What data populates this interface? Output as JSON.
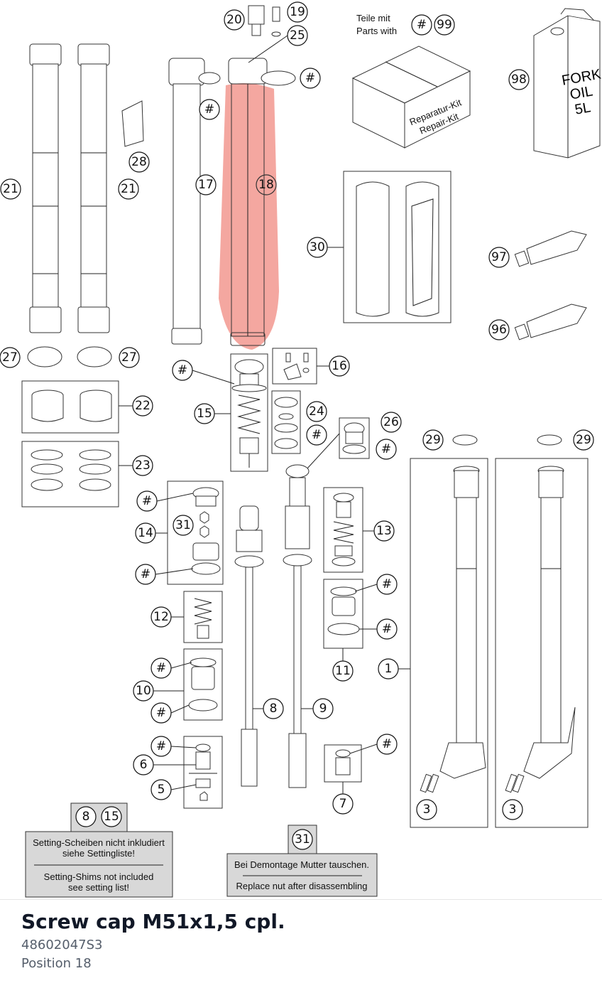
{
  "diagram": {
    "header": {
      "line1": "Teile mit",
      "line2": "Parts with",
      "badge_hash": "#",
      "badge_num": "99"
    },
    "can": {
      "line1": "FORK",
      "line2": "OIL",
      "line3": "5L"
    },
    "box_label": {
      "line1": "Reparatur-Kit",
      "line2": "Repair-Kit"
    },
    "callouts": {
      "c20": "20",
      "c19": "19",
      "c25": "25",
      "h_top": "#",
      "h_top2": "#",
      "c99": "99",
      "c98": "98",
      "c28": "28",
      "c21a": "21",
      "c21b": "21",
      "c17": "17",
      "c18": "18",
      "c30": "30",
      "c97": "97",
      "c96": "96",
      "c27a": "27",
      "c27b": "27",
      "h15": "#",
      "c16": "16",
      "c22": "22",
      "c15": "15",
      "c24": "24",
      "h24": "#",
      "c26": "26",
      "h26": "#",
      "c29a": "29",
      "c29b": "29",
      "c23": "23",
      "h14a": "#",
      "c14": "14",
      "c31": "31",
      "h14b": "#",
      "c13": "13",
      "h11a": "#",
      "h11b": "#",
      "c12": "12",
      "c11": "11",
      "c1": "1",
      "h10a": "#",
      "c10": "10",
      "h10b": "#",
      "c8": "8",
      "c9": "9",
      "h6": "#",
      "c6": "6",
      "c5": "5",
      "h7": "#",
      "c7": "7",
      "c3a": "3",
      "c3b": "3"
    },
    "note1": {
      "tag_a": "8",
      "tag_b": "15",
      "de_line1": "Setting-Scheiben nicht inkludiert",
      "de_line2": "siehe Settingliste!",
      "en_line1": "Setting-Shims not included",
      "en_line2": "see setting list!"
    },
    "note2": {
      "tag": "31",
      "de": "Bei Demontage Mutter tauschen.",
      "en": "Replace nut after disassembling"
    },
    "highlight_color": "#f08a80"
  },
  "part": {
    "title": "Screw cap M51x1,5 cpl.",
    "number": "48602047S3",
    "position": "Position 18"
  }
}
